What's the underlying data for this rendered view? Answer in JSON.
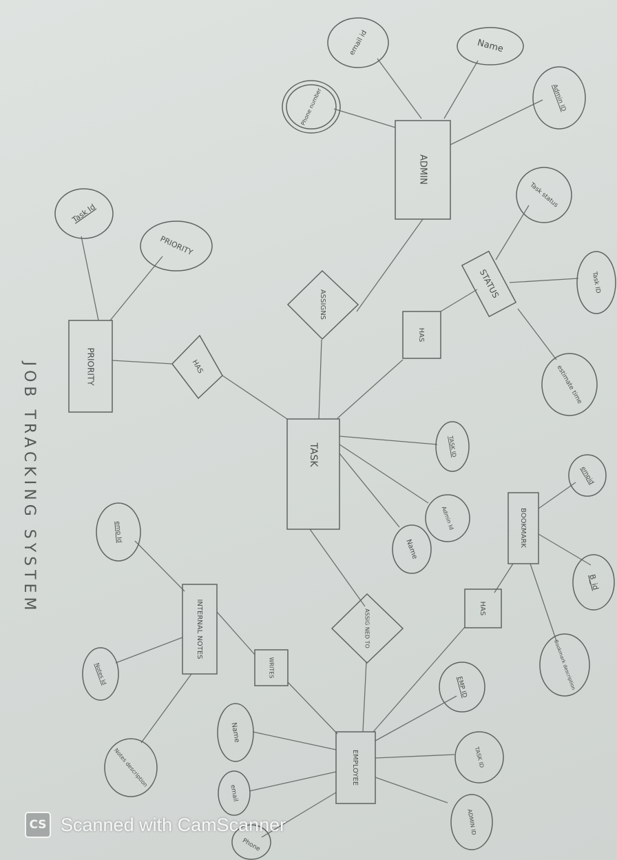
{
  "title": "JOB TRACKING SYSTEM",
  "entities": {
    "admin": "ADMIN",
    "task": "TASK",
    "priority": "PRIORITY",
    "status": "STATUS",
    "bookmark": "BOOKMARK",
    "internal_notes": "INTERNAL NOTES",
    "employee": "EMPLOYEE"
  },
  "relationships": {
    "assigns": "ASSIGNS",
    "has_priority": "HAS",
    "has_status": "HAS",
    "assigned_to": "ASSIG NED TO",
    "has_bookmark": "HAS",
    "writes": "WRITES"
  },
  "attributes": {
    "admin_email": "email id",
    "admin_name": "Name",
    "admin_phone": "Phone number",
    "admin_id": "Admin ID",
    "priority_taskid": "Task Id",
    "priority_priority": "PRIORITY",
    "status_taskstatus": "Task status",
    "status_taskid": "Task ID",
    "status_estimate": "estimate time",
    "task_taskid": "TASK ID",
    "task_adminid": "Admin Id",
    "task_name": "Name",
    "bookmark_empid": "empid",
    "bookmark_bid": "B_id",
    "bookmark_desc": "Bookmark description",
    "notes_empid": "emp Id",
    "notes_notesid": "Notes Id",
    "notes_desc": "Notes description",
    "emp_empid": "EMP ID",
    "emp_taskid": "TASK ID",
    "emp_adminid": "ADMIN ID",
    "emp_name": "Name",
    "emp_email": "email",
    "emp_phone": "Phone"
  },
  "watermark": {
    "logo": "CS",
    "text": "Scanned with CamScanner"
  }
}
